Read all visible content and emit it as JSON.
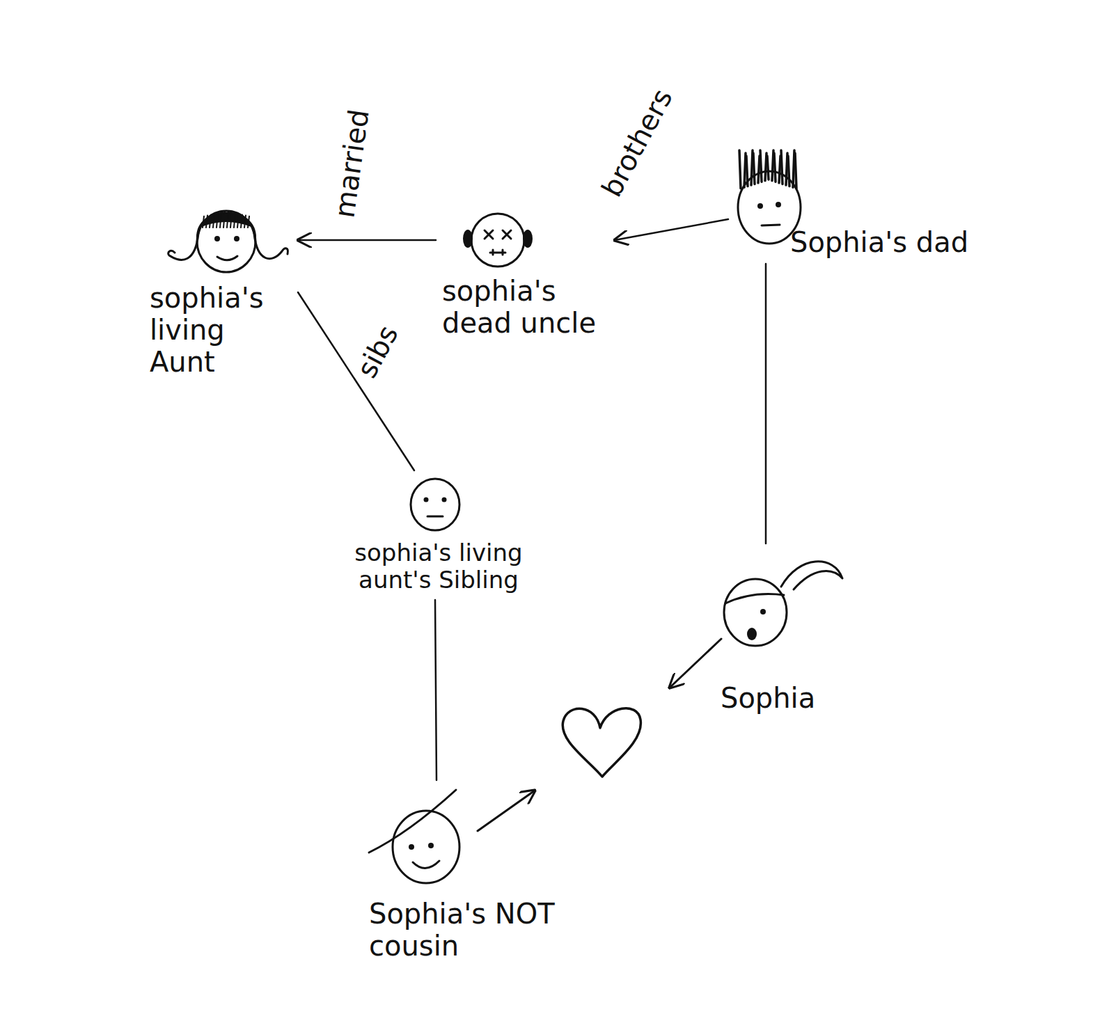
{
  "diagram": {
    "nodes": [
      {
        "text": [
          "sophia's living Aunt"
        ]
      },
      {
        "text": [
          "sophia's dead uncle"
        ]
      },
      {
        "text": [
          "Sophia's dad"
        ]
      },
      {
        "text": [
          "sophia's living aunt's Sibling"
        ]
      },
      {
        "text": [
          "Sophia"
        ]
      },
      {
        "text": [
          "Sophia's NOT cousin"
        ]
      }
    ],
    "edges": [
      {
        "from": 1,
        "to": 0,
        "arrow": "to",
        "label": "married"
      },
      {
        "from": 2,
        "to": 1,
        "arrow": "to",
        "label": "brothers"
      },
      {
        "from": 0,
        "to": 3,
        "arrow": "none",
        "label": "sibs"
      },
      {
        "from": 2,
        "to": 4,
        "arrow": "none"
      },
      {
        "from": 3,
        "to": 5,
        "arrow": "none"
      }
    ]
  }
}
